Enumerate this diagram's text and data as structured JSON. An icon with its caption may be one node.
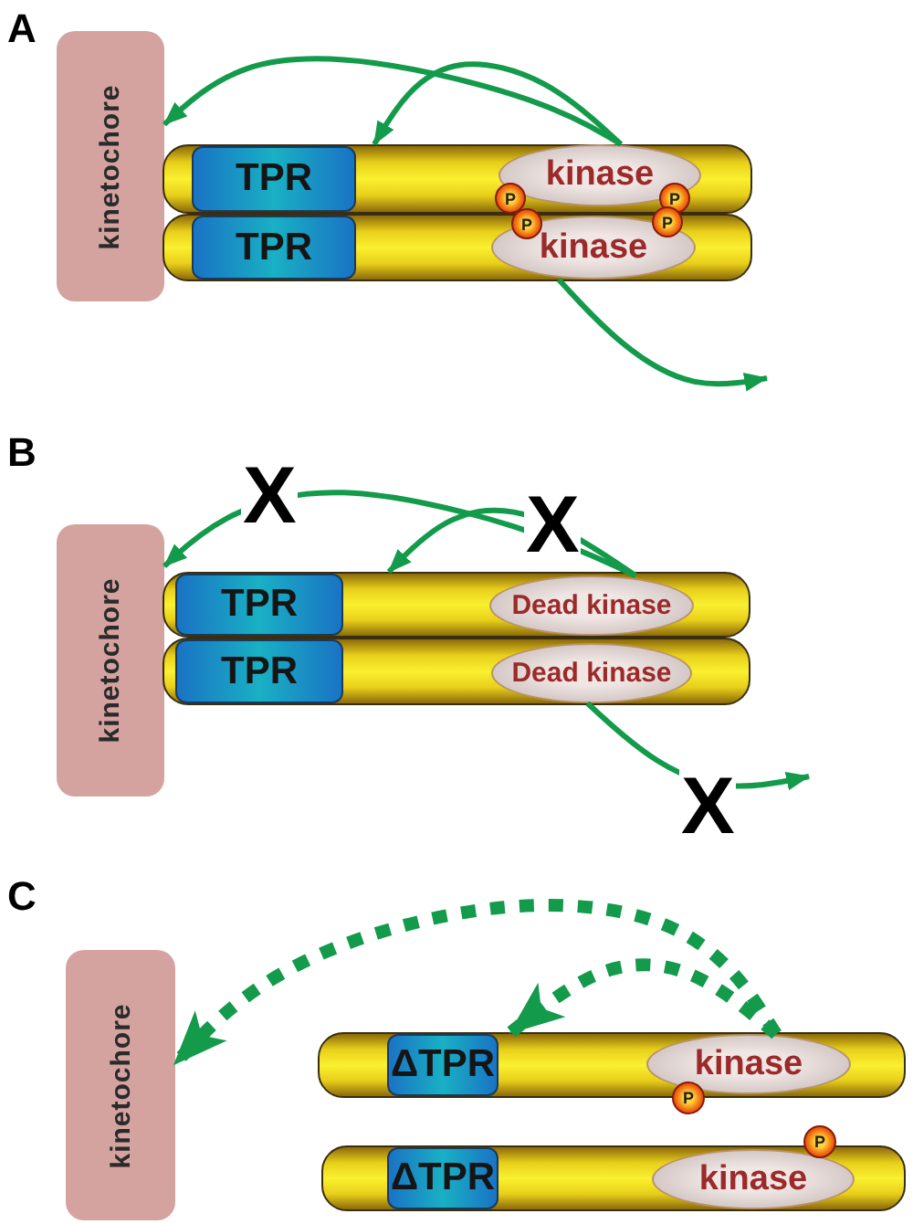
{
  "diagram": {
    "nodes": [
      {
        "text": [
          "kinetochore"
        ]
      },
      {
        "text": [],
        "shape": "bar"
      },
      {
        "text": [
          "TPR"
        ],
        "in": 1
      },
      {
        "text": [
          "kinase"
        ],
        "in": 1
      },
      {
        "text": [],
        "shape": "bar"
      },
      {
        "text": [
          "TPR"
        ],
        "in": 4
      },
      {
        "text": [
          "kinase"
        ],
        "in": 4
      },
      {
        "text": [
          "P"
        ],
        "in": 1
      },
      {
        "text": [
          "P"
        ],
        "in": 1
      },
      {
        "text": [
          "P"
        ]
      },
      {
        "text": [
          "P"
        ]
      },
      {
        "text": [
          "kinetochore"
        ]
      },
      {
        "text": [],
        "shape": "bar"
      },
      {
        "text": [
          "TPR"
        ],
        "in": 12
      },
      {
        "text": [
          "Dead kinase"
        ],
        "in": 12
      },
      {
        "text": [],
        "shape": "bar"
      },
      {
        "text": [
          "TPR"
        ],
        "in": 15
      },
      {
        "text": [
          "Dead kinase"
        ],
        "in": 15
      },
      {
        "text": [
          "kinetochore"
        ]
      },
      {
        "text": [],
        "shape": "bar"
      },
      {
        "text": [
          "ΔTPR"
        ],
        "in": 19
      },
      {
        "text": [
          "kinase"
        ],
        "in": 19
      },
      {
        "text": [
          "P"
        ]
      },
      {
        "text": [],
        "shape": "bar"
      },
      {
        "text": [
          "ΔTPR"
        ],
        "in": 23
      },
      {
        "text": [
          "kinase"
        ],
        "in": 23
      },
      {
        "text": [
          "P"
        ]
      }
    ],
    "edges": [
      {
        "from": 3,
        "to": 0,
        "arrow": "to"
      },
      {
        "from": 3,
        "to": 1,
        "arrow": "to"
      },
      {
        "from": 6,
        "to": null,
        "arrow": "to"
      },
      {
        "from": 14,
        "to": 11,
        "arrow": "to"
      },
      {
        "from": 14,
        "to": 12,
        "arrow": "to"
      },
      {
        "from": 17,
        "to": null,
        "arrow": "to"
      },
      {
        "from": 21,
        "to": 18,
        "arrow": "to",
        "style": "dashed"
      },
      {
        "from": 21,
        "to": 19,
        "arrow": "to",
        "style": "dashed"
      }
    ],
    "labels": [
      "A",
      "B",
      "X",
      "X",
      "X",
      "C"
    ]
  }
}
